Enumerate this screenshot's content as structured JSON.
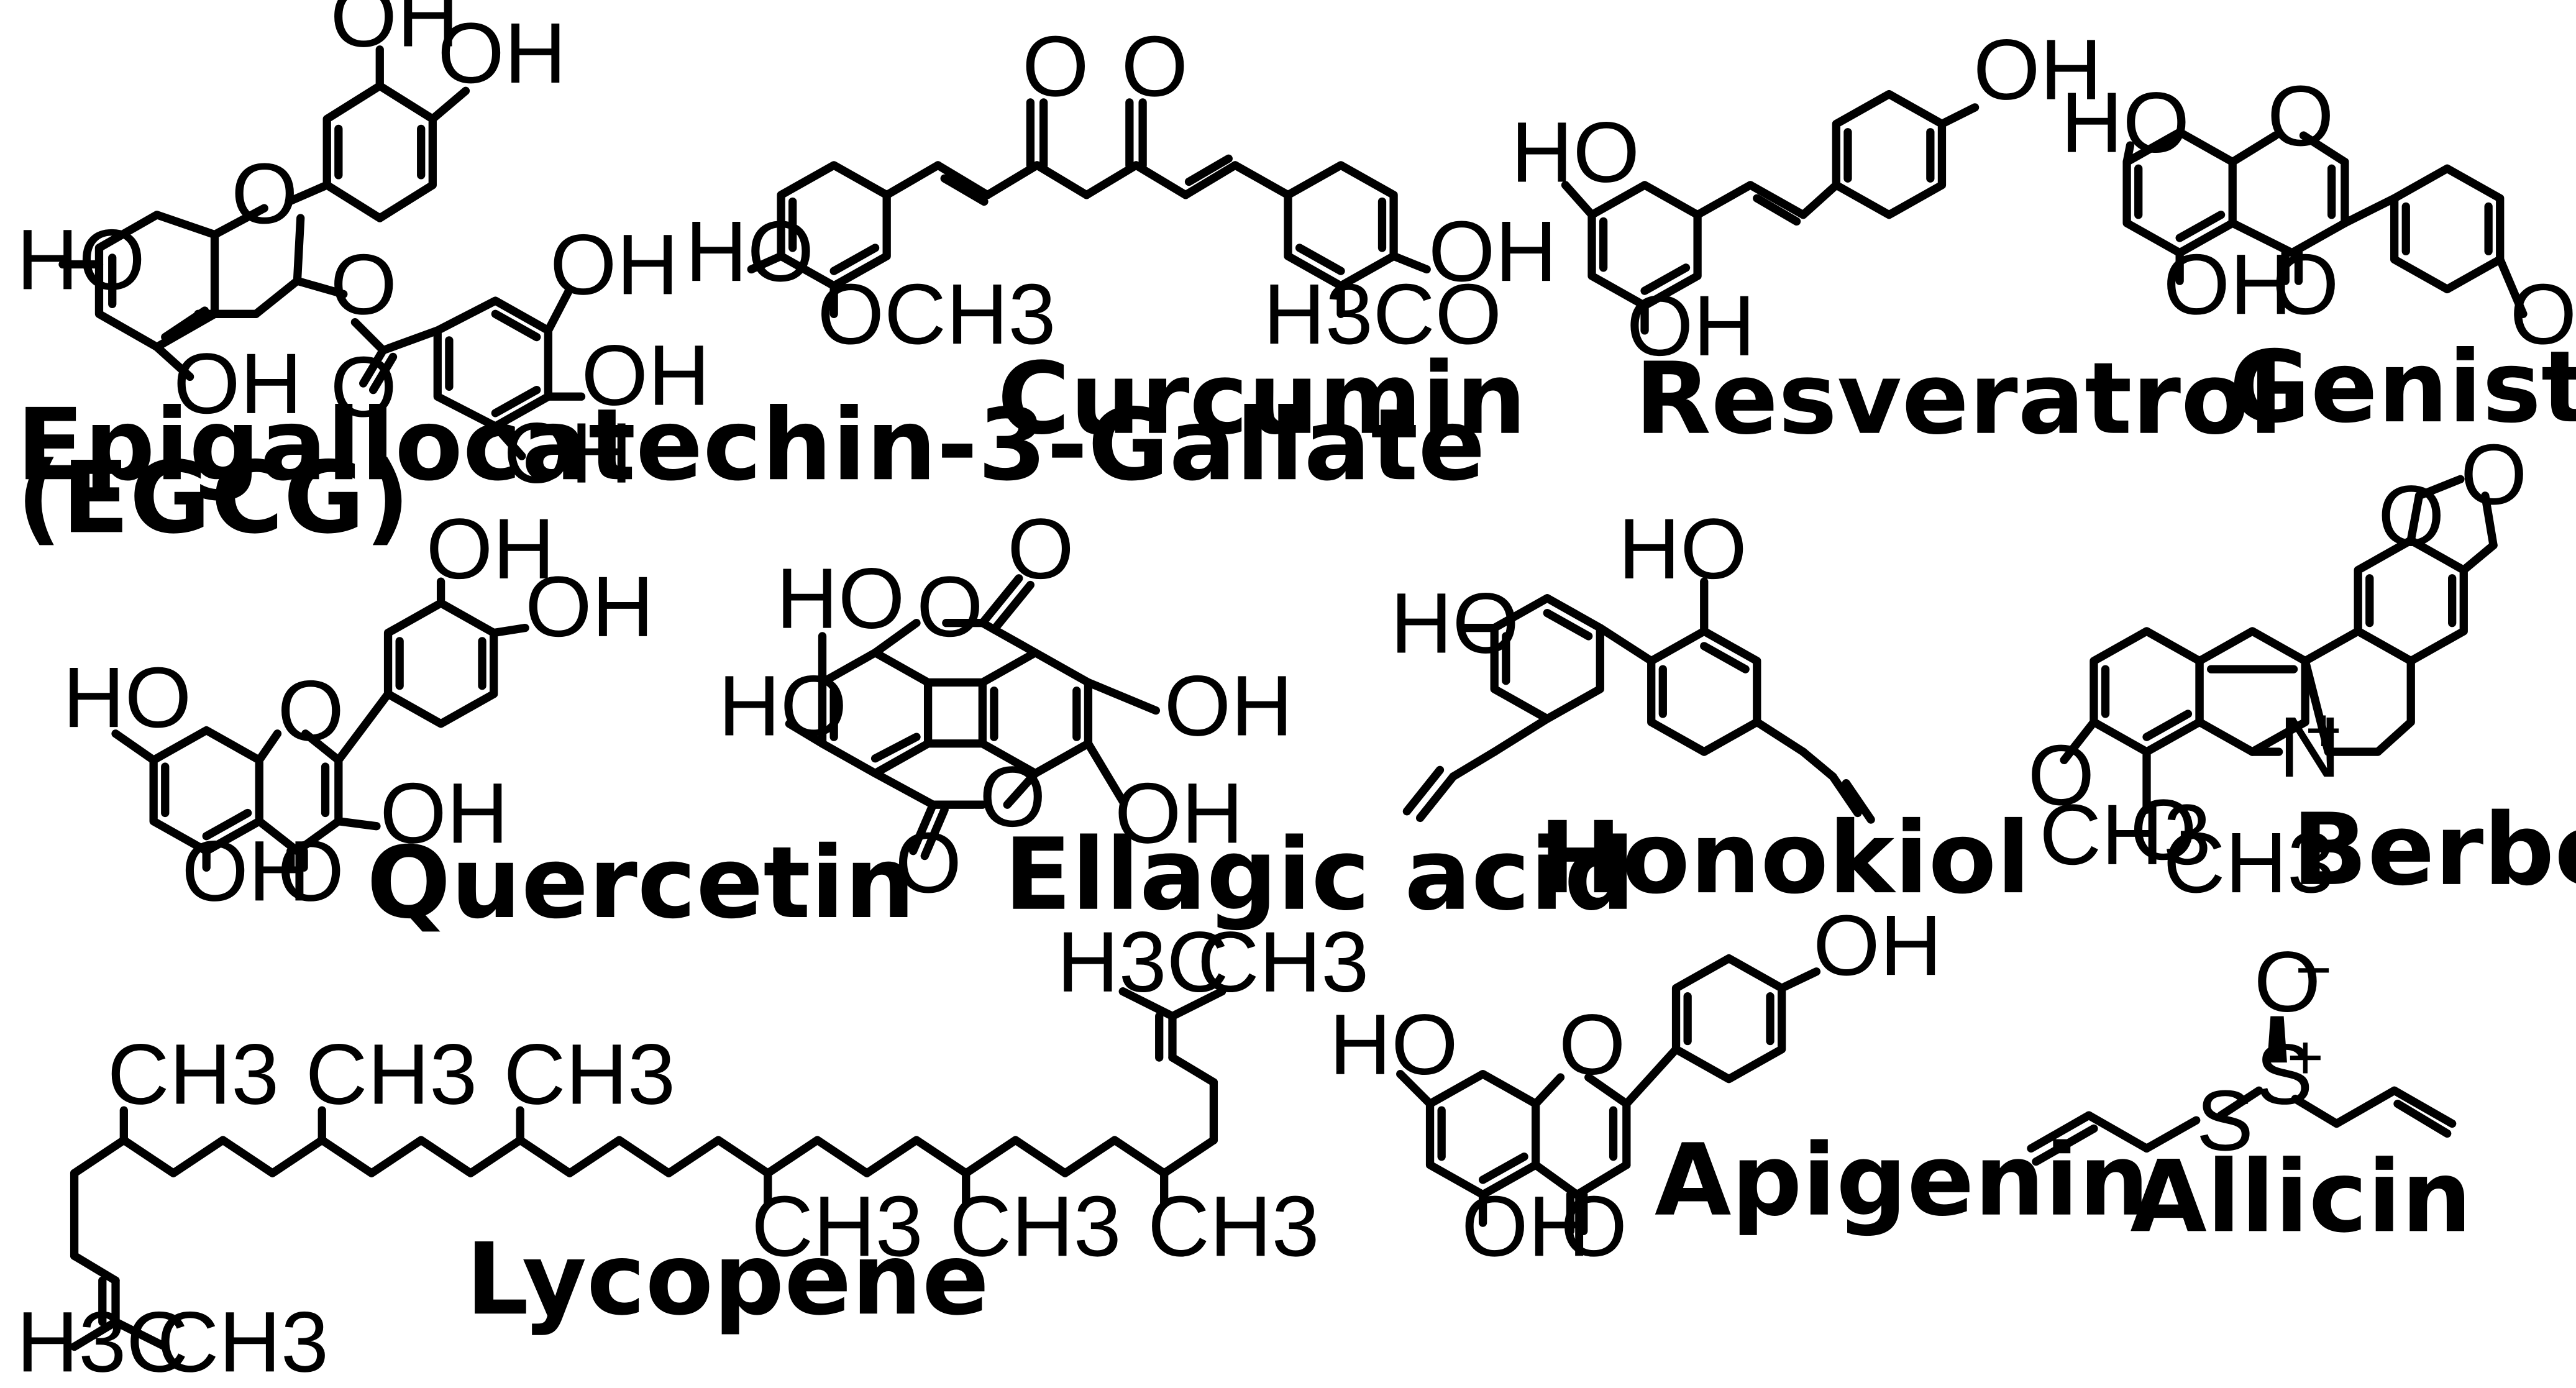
{
  "compounds": [
    {
      "name_line1": "Epigallocatechin-3-Gallate",
      "name_line2": "(EGCG)",
      "labels": [
        "OH",
        "OH",
        "HO",
        "O",
        "O",
        "O",
        "OH",
        "OH",
        "OH",
        "OH"
      ]
    },
    {
      "name": "Curcumin",
      "labels": [
        "O",
        "O",
        "HO",
        "OCH3",
        "H3CO",
        "OH"
      ]
    },
    {
      "name": "Resveratrol",
      "labels": [
        "OH",
        "HO",
        "OH"
      ]
    },
    {
      "name": "Genistein",
      "labels": [
        "HO",
        "O",
        "OH",
        "O",
        "OH"
      ]
    },
    {
      "name": "Quercetin",
      "labels": [
        "OH",
        "OH",
        "HO",
        "O",
        "OH",
        "OH",
        "O"
      ]
    },
    {
      "name": "Ellagic acid",
      "labels": [
        "O",
        "HO",
        "O",
        "HO",
        "OH",
        "O",
        "OH",
        "O"
      ]
    },
    {
      "name": "Honokiol",
      "labels": [
        "HO",
        "HO"
      ]
    },
    {
      "name": "Berberine",
      "labels": [
        "O",
        "O",
        "O",
        "O",
        "CH3",
        "CH3",
        "N",
        "+"
      ]
    },
    {
      "name": "Lycopene",
      "labels": [
        "H3C",
        "CH3",
        "CH3",
        "CH3",
        "CH3",
        "CH3",
        "CH3",
        "CH3",
        "H3C",
        "CH3"
      ]
    },
    {
      "name": "Apigenin",
      "labels": [
        "OH",
        "HO",
        "O",
        "OH",
        "O"
      ]
    },
    {
      "name": "Allicin",
      "labels": [
        "O",
        "−",
        "S",
        "+",
        "S"
      ]
    }
  ]
}
